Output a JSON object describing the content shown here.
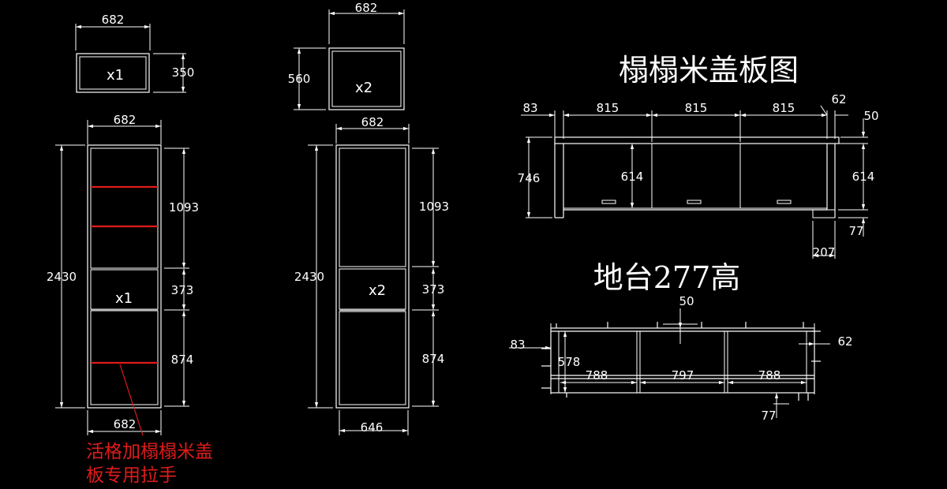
{
  "colors": {
    "background": "#000000",
    "line": "#ffffff",
    "highlight": "#e01b1b"
  },
  "left_cabinet": {
    "top_box": {
      "width": "682",
      "height": "350",
      "qty": "x1"
    },
    "body": {
      "top_width": "682",
      "bottom_width": "682",
      "height": "2430",
      "upper": "1093",
      "middle": "373",
      "lower": "874",
      "qty": "x1"
    },
    "note_line1": "活格加榻榻米盖",
    "note_line2": "板专用拉手"
  },
  "middle_cabinet": {
    "top_box": {
      "width": "682",
      "height": "560",
      "qty": "x2"
    },
    "body": {
      "top_width": "682",
      "bottom_width": "646",
      "height": "2430",
      "upper": "1093",
      "middle": "373",
      "lower": "874",
      "qty": "x2"
    }
  },
  "tatami_lid": {
    "title": "榻榻米盖板图",
    "dims": {
      "left": "83",
      "panel1": "815",
      "panel2": "815",
      "panel3": "815",
      "right": "62",
      "edge": "50",
      "height": "746",
      "inner_left": "614",
      "inner_right": "614",
      "foot": "77",
      "foot_width": "207"
    }
  },
  "base": {
    "title": "地台277高",
    "dims": {
      "top": "50",
      "left": "83",
      "right": "62",
      "depth": "578",
      "bay1": "788",
      "bay2": "797",
      "bay3": "788",
      "foot": "77"
    }
  }
}
